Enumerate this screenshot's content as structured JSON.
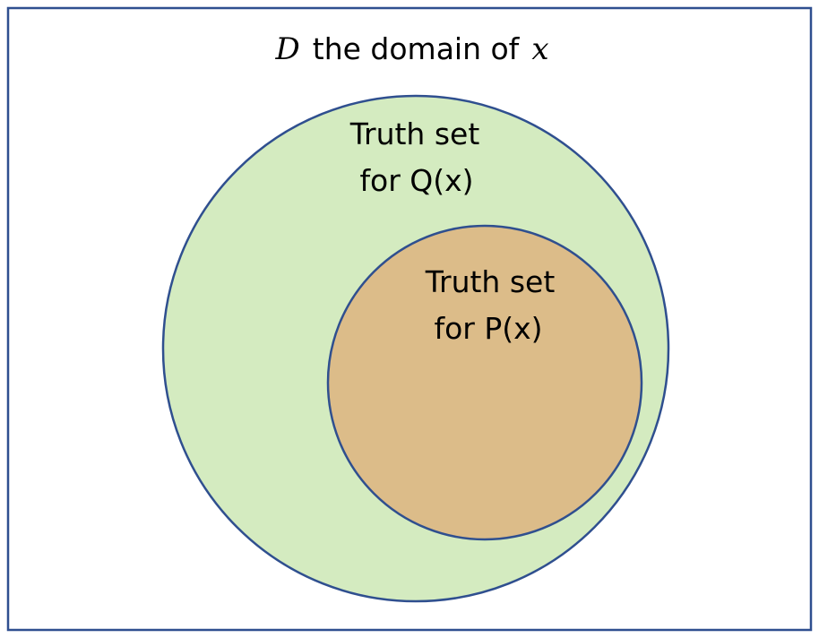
{
  "domain_box": {
    "title_var": "D",
    "title_text": "the domain of",
    "title_var2": "x"
  },
  "outer_set": {
    "label_line1": "Truth set",
    "label_line2": "for Q(x)"
  },
  "inner_set": {
    "label_line1": "Truth set",
    "label_line2": "for P(x)"
  },
  "colors": {
    "border": "#2f4f8f",
    "outer_fill": "#d4ebc0",
    "inner_fill": "#dcbc89",
    "background": "#ffffff"
  }
}
